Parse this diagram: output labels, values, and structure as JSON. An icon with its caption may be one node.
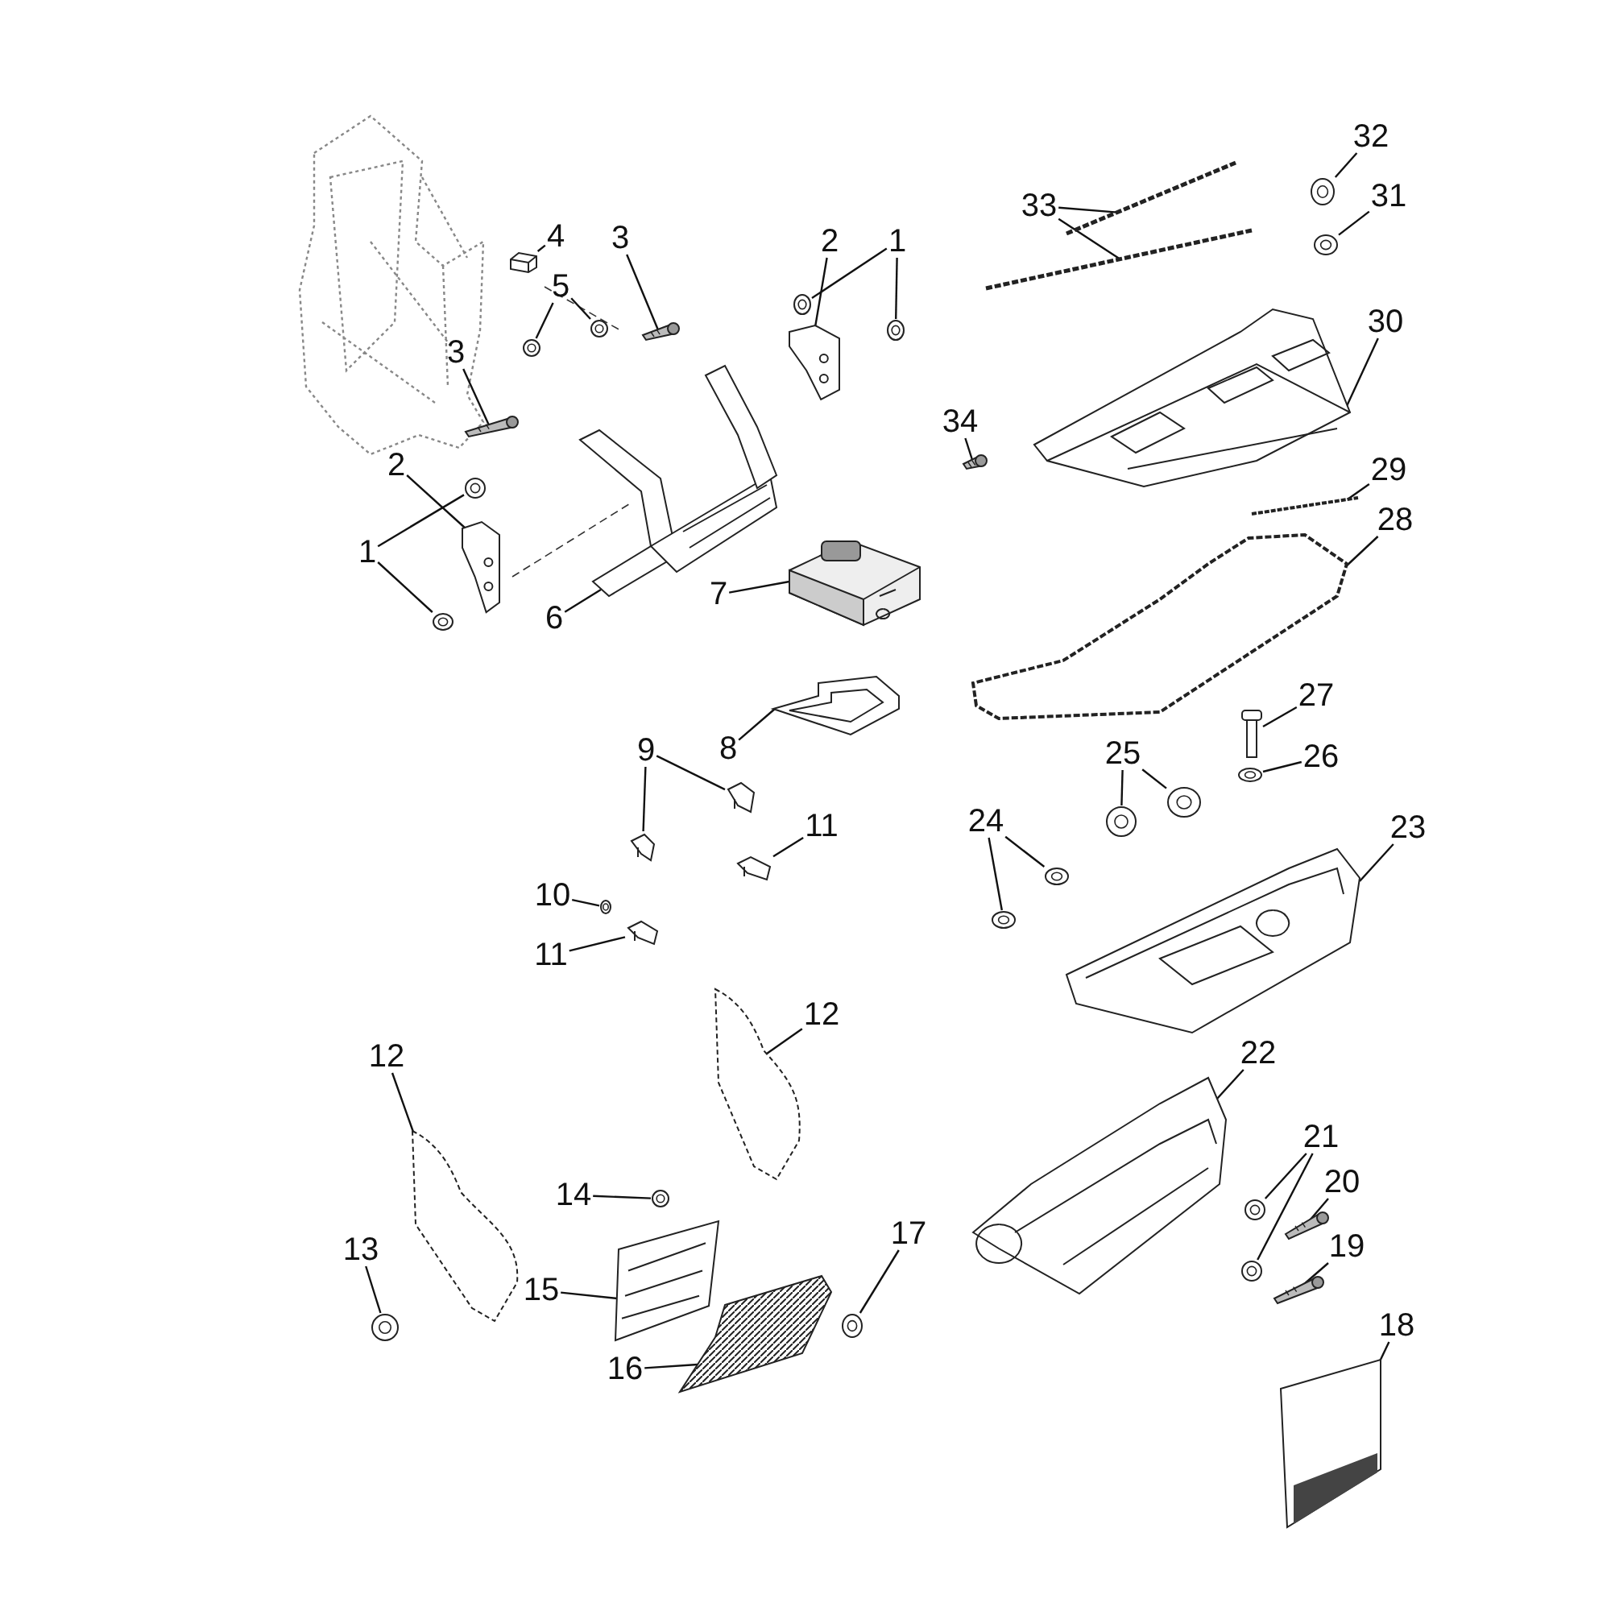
{
  "diagram": {
    "nodes": [
      {
        "text": [
          "4"
        ]
      },
      {
        "text": [],
        "shape": "picture"
      },
      {
        "text": [
          "3"
        ]
      },
      {
        "text": [],
        "shape": "picture"
      },
      {
        "text": [
          "5"
        ]
      },
      {
        "text": [],
        "shape": "picture"
      },
      {
        "text": [],
        "shape": "picture"
      },
      {
        "text": [
          "3"
        ]
      },
      {
        "text": [],
        "shape": "picture"
      },
      {
        "text": [
          "2"
        ]
      },
      {
        "text": [],
        "shape": "picture"
      },
      {
        "text": [
          "1"
        ]
      },
      {
        "text": [],
        "shape": "picture"
      },
      {
        "text": [],
        "shape": "picture"
      },
      {
        "text": [
          "2"
        ]
      },
      {
        "text": [],
        "shape": "picture"
      },
      {
        "text": [
          "1"
        ]
      },
      {
        "text": [],
        "shape": "picture"
      },
      {
        "text": [],
        "shape": "picture"
      },
      {
        "text": [
          "6"
        ]
      },
      {
        "text": [],
        "shape": "picture"
      },
      {
        "text": [
          "7"
        ]
      },
      {
        "text": [],
        "shape": "picture"
      },
      {
        "text": [
          "8"
        ]
      },
      {
        "text": [],
        "shape": "picture"
      },
      {
        "text": [
          "9"
        ]
      },
      {
        "text": [],
        "shape": "picture"
      },
      {
        "text": [],
        "shape": "picture"
      },
      {
        "text": [
          "10"
        ]
      },
      {
        "text": [],
        "shape": "picture"
      },
      {
        "text": [
          "11"
        ]
      },
      {
        "text": [],
        "shape": "picture"
      },
      {
        "text": [
          "11"
        ]
      },
      {
        "text": [],
        "shape": "picture"
      },
      {
        "text": [
          "12"
        ]
      },
      {
        "text": [],
        "shape": "picture"
      },
      {
        "text": [
          "12"
        ]
      },
      {
        "text": [],
        "shape": "picture"
      },
      {
        "text": [
          "13"
        ]
      },
      {
        "text": [],
        "shape": "picture"
      },
      {
        "text": [
          "14"
        ]
      },
      {
        "text": [],
        "shape": "picture"
      },
      {
        "text": [
          "15"
        ]
      },
      {
        "text": [],
        "shape": "picture"
      },
      {
        "text": [
          "16"
        ]
      },
      {
        "text": [],
        "shape": "picture"
      },
      {
        "text": [
          "17"
        ]
      },
      {
        "text": [],
        "shape": "picture"
      },
      {
        "text": [
          "33"
        ]
      },
      {
        "text": [],
        "shape": "picture"
      },
      {
        "text": [],
        "shape": "picture"
      },
      {
        "text": [
          "32"
        ]
      },
      {
        "text": [],
        "shape": "picture"
      },
      {
        "text": [
          "31"
        ]
      },
      {
        "text": [],
        "shape": "picture"
      },
      {
        "text": [
          "30"
        ]
      },
      {
        "text": [],
        "shape": "picture"
      },
      {
        "text": [
          "34"
        ]
      },
      {
        "text": [],
        "shape": "picture"
      },
      {
        "text": [
          "29"
        ]
      },
      {
        "text": [],
        "shape": "picture"
      },
      {
        "text": [
          "28"
        ]
      },
      {
        "text": [],
        "shape": "picture"
      },
      {
        "text": [
          "27"
        ]
      },
      {
        "text": [],
        "shape": "picture"
      },
      {
        "text": [
          "26"
        ]
      },
      {
        "text": [],
        "shape": "picture"
      },
      {
        "text": [
          "25"
        ]
      },
      {
        "text": [],
        "shape": "picture"
      },
      {
        "text": [],
        "shape": "picture"
      },
      {
        "text": [
          "24"
        ]
      },
      {
        "text": [],
        "shape": "picture"
      },
      {
        "text": [],
        "shape": "picture"
      },
      {
        "text": [
          "23"
        ]
      },
      {
        "text": [],
        "shape": "picture"
      },
      {
        "text": [
          "22"
        ]
      },
      {
        "text": [],
        "shape": "picture"
      },
      {
        "text": [
          "21"
        ]
      },
      {
        "text": [],
        "shape": "picture"
      },
      {
        "text": [],
        "shape": "picture"
      },
      {
        "text": [
          "20"
        ]
      },
      {
        "text": [],
        "shape": "picture"
      },
      {
        "text": [
          "19"
        ]
      },
      {
        "text": [],
        "shape": "picture"
      },
      {
        "text": [
          "18"
        ]
      },
      {
        "text": [],
        "shape": "picture"
      }
    ],
    "edges": [
      {
        "from": 0,
        "to": 1,
        "arrow": "none"
      },
      {
        "from": 2,
        "to": 3,
        "arrow": "none"
      },
      {
        "from": 4,
        "to": 5,
        "arrow": "none"
      },
      {
        "from": 4,
        "to": 6,
        "arrow": "none"
      },
      {
        "from": 7,
        "to": 8,
        "arrow": "none"
      },
      {
        "from": 9,
        "to": 10,
        "arrow": "none"
      },
      {
        "from": 11,
        "to": 12,
        "arrow": "none"
      },
      {
        "from": 11,
        "to": 13,
        "arrow": "none"
      },
      {
        "from": 14,
        "to": 15,
        "arrow": "none"
      },
      {
        "from": 16,
        "to": 17,
        "arrow": "none"
      },
      {
        "from": 16,
        "to": 18,
        "arrow": "none"
      },
      {
        "from": 19,
        "to": 20,
        "arrow": "none"
      },
      {
        "from": 21,
        "to": 22,
        "arrow": "none"
      },
      {
        "from": 23,
        "to": 24,
        "arrow": "none"
      },
      {
        "from": 25,
        "to": 26,
        "arrow": "none"
      },
      {
        "from": 25,
        "to": 27,
        "arrow": "none"
      },
      {
        "from": 28,
        "to": 29,
        "arrow": "none"
      },
      {
        "from": 30,
        "to": 31,
        "arrow": "none"
      },
      {
        "from": 32,
        "to": 33,
        "arrow": "none"
      },
      {
        "from": 34,
        "to": 35,
        "arrow": "none"
      },
      {
        "from": 36,
        "to": 37,
        "arrow": "none"
      },
      {
        "from": 38,
        "to": 39,
        "arrow": "none"
      },
      {
        "from": 40,
        "to": 41,
        "arrow": "none"
      },
      {
        "from": 42,
        "to": 43,
        "arrow": "none"
      },
      {
        "from": 44,
        "to": 45,
        "arrow": "none"
      },
      {
        "from": 46,
        "to": 47,
        "arrow": "none"
      },
      {
        "from": 48,
        "to": 49,
        "arrow": "none"
      },
      {
        "from": 48,
        "to": 50,
        "arrow": "none"
      },
      {
        "from": 51,
        "to": 52,
        "arrow": "none"
      },
      {
        "from": 53,
        "to": 54,
        "arrow": "none"
      },
      {
        "from": 55,
        "to": 56,
        "arrow": "none"
      },
      {
        "from": 57,
        "to": 58,
        "arrow": "none"
      },
      {
        "from": 59,
        "to": 60,
        "arrow": "none"
      },
      {
        "from": 61,
        "to": 62,
        "arrow": "none"
      },
      {
        "from": 63,
        "to": 64,
        "arrow": "none"
      },
      {
        "from": 65,
        "to": 66,
        "arrow": "none"
      },
      {
        "from": 67,
        "to": 68,
        "arrow": "none"
      },
      {
        "from": 67,
        "to": 69,
        "arrow": "none"
      },
      {
        "from": 70,
        "to": 71,
        "arrow": "none"
      },
      {
        "from": 70,
        "to": 72,
        "arrow": "none"
      },
      {
        "from": 73,
        "to": 74,
        "arrow": "none"
      },
      {
        "from": 75,
        "to": 76,
        "arrow": "none"
      },
      {
        "from": 77,
        "to": 78,
        "arrow": "none"
      },
      {
        "from": 77,
        "to": 79,
        "arrow": "none"
      },
      {
        "from": 80,
        "to": 81,
        "arrow": "none"
      },
      {
        "from": 82,
        "to": 83,
        "arrow": "none"
      },
      {
        "from": 84,
        "to": 85,
        "arrow": "none"
      }
    ]
  }
}
